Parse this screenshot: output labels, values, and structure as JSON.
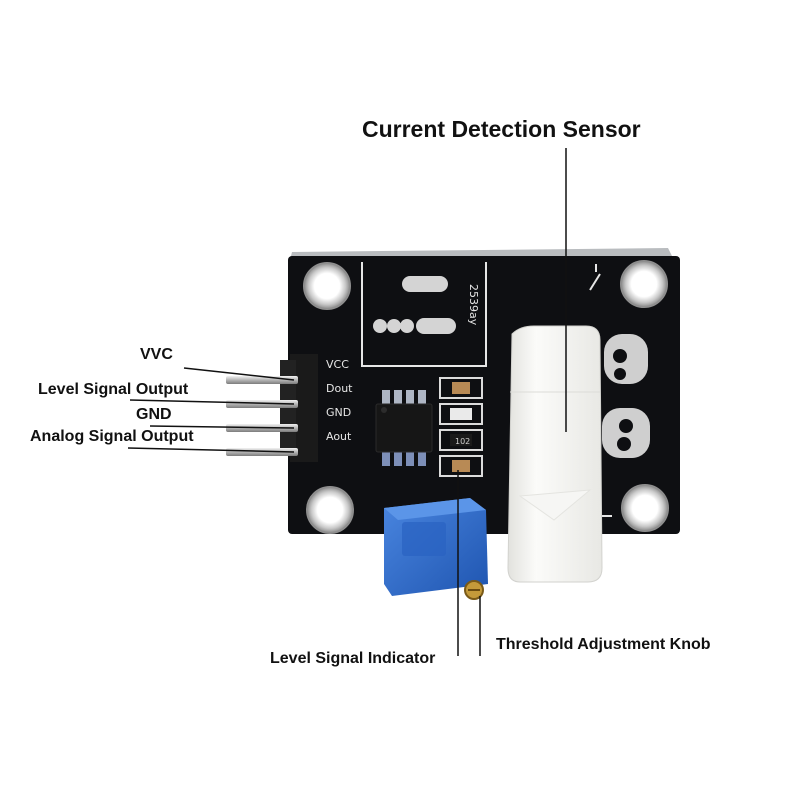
{
  "callouts": {
    "current_sensor": "Current Detection Sensor",
    "vvc": "VVC",
    "level_signal_output": "Level Signal Output",
    "gnd": "GND",
    "analog_signal_output": "Analog Signal Output",
    "level_signal_indicator": "Level Signal Indicator",
    "threshold_knob": "Threshold Adjustment Knob"
  },
  "board_silkscreen": {
    "pins": [
      "VCC",
      "Dout",
      "GND",
      "Aout"
    ],
    "chip_code": "2539ay",
    "resistor_marking": "102"
  },
  "colors": {
    "pcb": "#0e0f12",
    "potentiometer": "#2f6fd0",
    "sensor_body": "#f3f3f0",
    "pin_metal": "#c9c9c9"
  }
}
